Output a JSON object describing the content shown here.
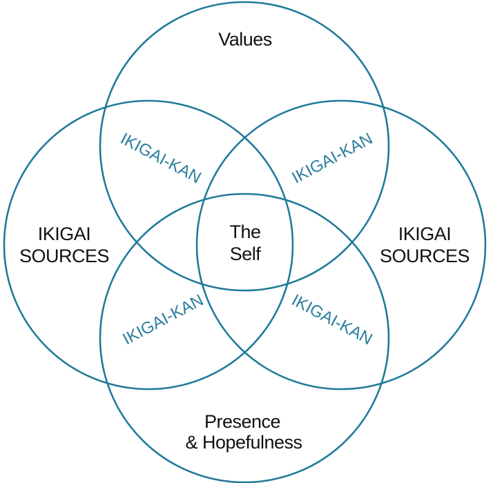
{
  "colors": {
    "ring": "#1f7a99",
    "accent_text": "#2b7e9c",
    "dark_text": "#111111",
    "background": "#ffffff"
  },
  "diagram": {
    "top_label": "Values",
    "left_label_line1": "IKIGAI",
    "left_label_line2": "SOURCES",
    "right_label_line1": "IKIGAI",
    "right_label_line2": "SOURCES",
    "bottom_label_line1": "Presence",
    "bottom_label_line2": "& Hopefulness",
    "center_label_line1": "The",
    "center_label_line2": "Self",
    "overlap_top_left": "IKIGAI-KAN",
    "overlap_top_right": "IKIGAI-KAN",
    "overlap_bottom_left": "IKIGAI-KAN",
    "overlap_bottom_right": "IKIGAI-KAN"
  }
}
